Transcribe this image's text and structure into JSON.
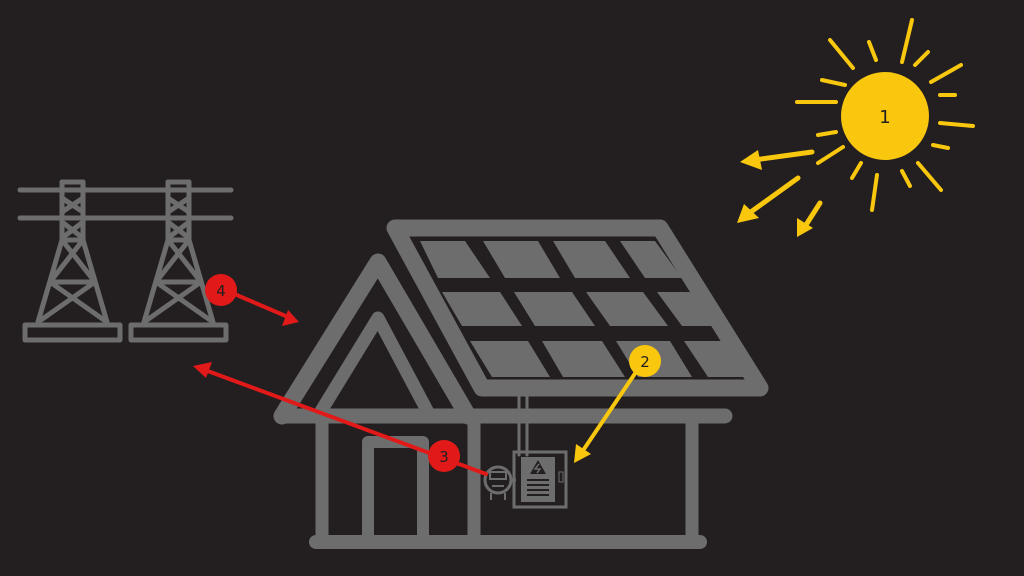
{
  "colors": {
    "background": "#231f20",
    "structure_gray": "#6d6d6d",
    "sun_yellow": "#f9c80e",
    "arrow_red": "#e11919",
    "label_text": "#231f20"
  },
  "markers": {
    "sun": "1",
    "inverter": "2",
    "meter": "3",
    "grid": "4"
  },
  "icons": [
    "sun-icon",
    "transmission-tower-icon",
    "house-icon",
    "solar-panel-icon",
    "electric-meter-icon",
    "inverter-icon"
  ]
}
